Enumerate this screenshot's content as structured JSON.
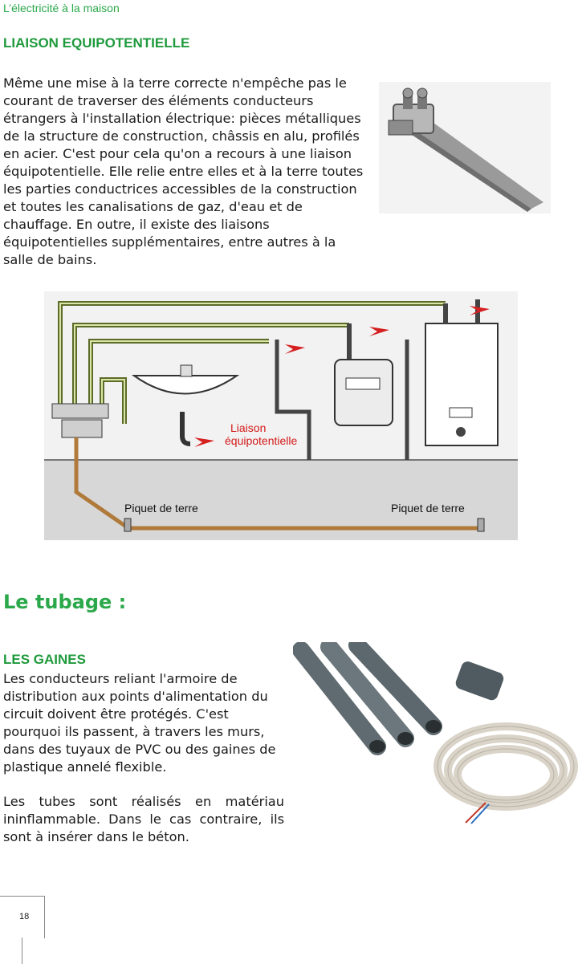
{
  "header": {
    "title": "L’électricité à la maison"
  },
  "section1": {
    "heading": "LIAISON EQUIPOTENTIELLE",
    "paragraph": "Même une mise à la terre correcte n'empêche pas le courant de traverser des éléments conducteurs étrangers à l'installation électrique: pièces métalliques de la structure de construction, châssis en alu, profilés en acier. C'est pour cela qu'on a recours à une liaison équipotentielle. Elle relie entre elles et à la terre toutes les parties conductrices accessibles de la construction et toutes les canalisations de gaz, d'eau et de chauffage. En outre, il existe des liaisons équipotentielles supplémentaires, entre autres à la salle de bains."
  },
  "diagram": {
    "label_liaison_line1": "Liaison",
    "label_liaison_line2": "équipotentielle",
    "label_piquet_left": "Piquet de terre",
    "label_piquet_right": "Piquet de terre"
  },
  "section2": {
    "heading": "Le tubage :"
  },
  "section3": {
    "heading": "LES GAINES",
    "paragraph1": "Les conducteurs reliant l'armoire de distribution aux points d'alimentation du circuit doivent être protégés. C'est pourquoi ils passent, à travers les murs, dans des tuyaux de PVC ou des gaines de plastique annelé flexible.",
    "paragraph2": "Les tubes sont réalisés en matériau ininflammable. Dans le cas contraire, ils sont à insérer dans le béton."
  },
  "footer": {
    "page_number": "18"
  }
}
